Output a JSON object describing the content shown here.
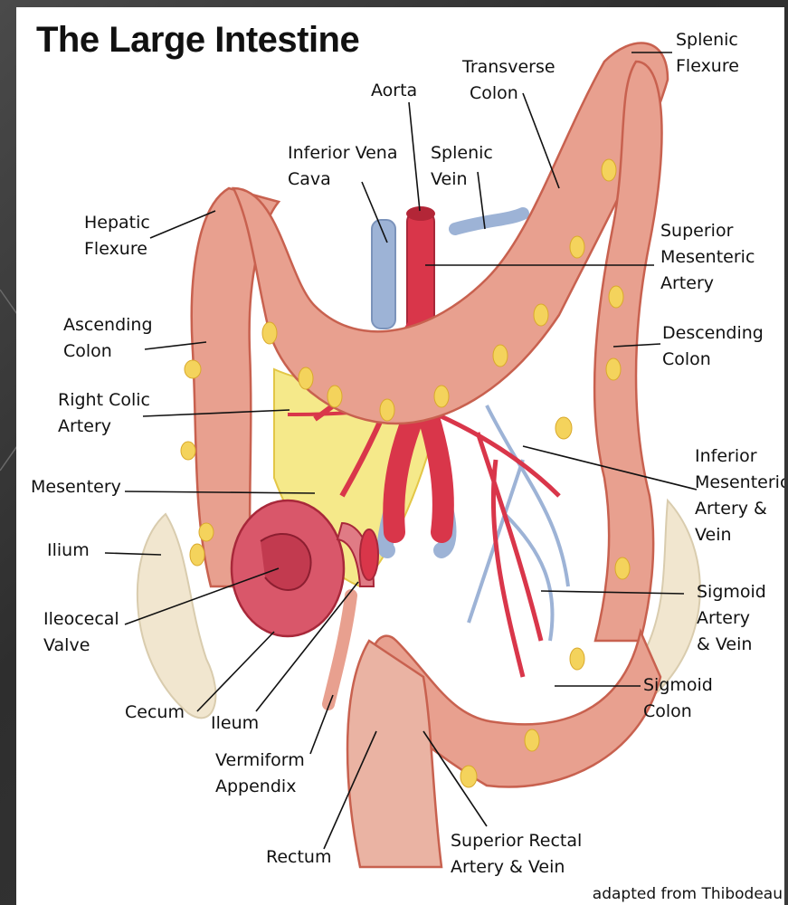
{
  "diagram": {
    "title": "The Large Intestine",
    "credit": "adapted from Thibodeau",
    "labels": {
      "splenic_flexure": [
        "Splenic",
        "Flexure"
      ],
      "transverse_colon": [
        "Transverse",
        "Colon"
      ],
      "aorta": [
        "Aorta"
      ],
      "inferior_vena_cava": [
        "Inferior Vena",
        "Cava"
      ],
      "splenic_vein": [
        "Splenic",
        "Vein"
      ],
      "hepatic_flexure": [
        "Hepatic",
        "Flexure"
      ],
      "superior_mesenteric_artery": [
        "Superior",
        "Mesenteric",
        "Artery"
      ],
      "ascending_colon": [
        "Ascending",
        "Colon"
      ],
      "descending_colon": [
        "Descending",
        "Colon"
      ],
      "right_colic_artery": [
        "Right Colic",
        "Artery"
      ],
      "inferior_mesenteric": [
        "Inferior",
        "Mesenteric",
        "Artery &",
        "Vein"
      ],
      "mesentery": [
        "Mesentery"
      ],
      "ilium": [
        "Ilium"
      ],
      "sigmoid_artery_vein": [
        "Sigmoid",
        "Artery",
        "& Vein"
      ],
      "ileocecal_valve": [
        "Ileocecal",
        "Valve"
      ],
      "sigmoid_colon": [
        "Sigmoid",
        "Colon"
      ],
      "cecum": [
        "Cecum"
      ],
      "ileum": [
        "Ileum"
      ],
      "vermiform_appendix": [
        "Vermiform",
        "Appendix"
      ],
      "rectum": [
        "Rectum"
      ],
      "superior_rectal": [
        "Superior Rectal",
        "Artery & Vein"
      ]
    },
    "colors": {
      "colon": "#e8a08f",
      "colon_dark": "#c8614f",
      "fat": "#f4d35c",
      "mesentery": "#f5e98a",
      "artery": "#d9364a",
      "vein": "#9db3d6",
      "pelvis": "#f1e6cf"
    }
  }
}
